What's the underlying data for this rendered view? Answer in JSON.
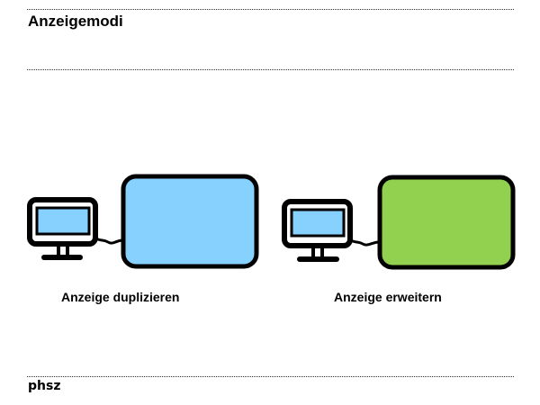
{
  "header": {
    "title": "Anzeigemodi"
  },
  "modes": [
    {
      "label": "Anzeige duplizieren",
      "primary_monitor_icon": "monitor-icon",
      "secondary_display_icon": "display-rectangle",
      "secondary_display_color": "#86d1fe",
      "primary_screen_color": "#86d1fe"
    },
    {
      "label": "Anzeige erweitern",
      "primary_monitor_icon": "monitor-icon",
      "secondary_display_icon": "display-rectangle",
      "secondary_display_color": "#92d050",
      "primary_screen_color": "#86d1fe"
    }
  ],
  "footer": {
    "brand": "phsz"
  },
  "colors": {
    "outline": "#000000",
    "rule": "#333333"
  }
}
